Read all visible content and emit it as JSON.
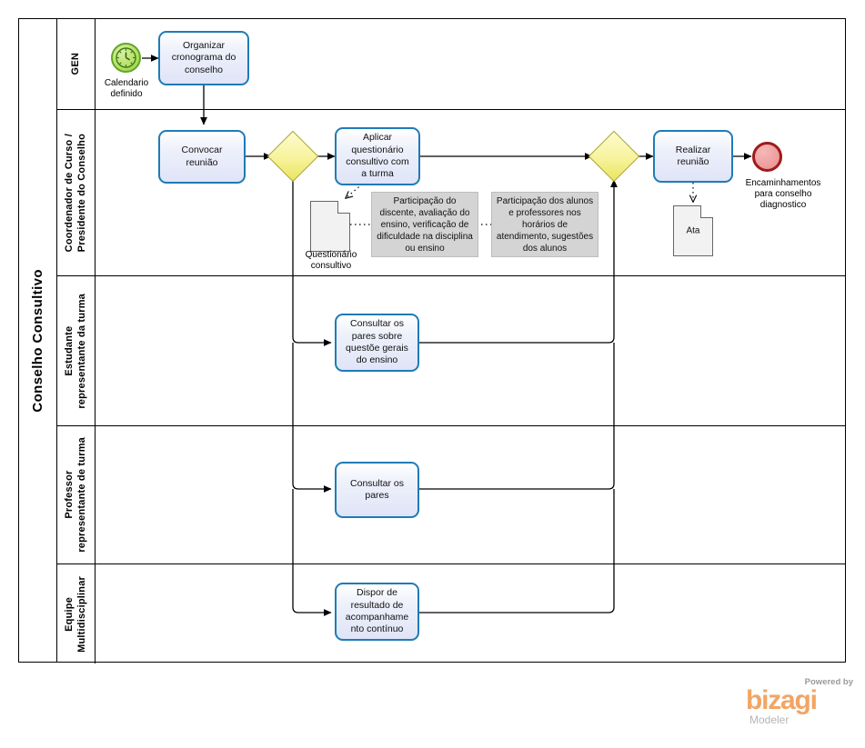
{
  "pool": {
    "title": "Conselho Consultivo"
  },
  "lanes": [
    {
      "id": "gen",
      "label": "GEN"
    },
    {
      "id": "coordenador",
      "label": "Coordenador de Curso /\nPresidente do Conselho"
    },
    {
      "id": "estudante",
      "label": "Estudante\nrepresentante da turma"
    },
    {
      "id": "professor",
      "label": "Professor\nrepresentante de turma"
    },
    {
      "id": "equipe",
      "label": "Equipe\nMultidisciplinar"
    }
  ],
  "events": {
    "start": {
      "name": "timer-start-event",
      "label": "Calendario\ndefinido",
      "icon": "clock-icon",
      "color": "#95cb39"
    },
    "end": {
      "name": "end-event",
      "label": "Encaminhamentos\npara conselho\ndiagnostico",
      "color": "#9e1b1b"
    }
  },
  "tasks": [
    {
      "id": "organizar",
      "label": "Organizar\ncronograma do\nconselho"
    },
    {
      "id": "convocar",
      "label": "Convocar\nreunião"
    },
    {
      "id": "aplicar",
      "label": "Aplicar\nquestionário\nconsultivo com\na turma"
    },
    {
      "id": "realizar",
      "label": "Realizar\nreunião"
    },
    {
      "id": "consultar-pares-estudante",
      "label": "Consultar os\npares sobre\nquestõe gerais\ndo ensino"
    },
    {
      "id": "consultar-pares-professor",
      "label": "Consultar os\npares"
    },
    {
      "id": "dispor",
      "label": "Dispor de\nresultado de\nacompanhame\nnto contínuo"
    }
  ],
  "gateways": [
    {
      "id": "split",
      "type": "exclusive",
      "label": ""
    },
    {
      "id": "merge",
      "type": "exclusive",
      "label": ""
    }
  ],
  "data_objects": [
    {
      "id": "questionario",
      "text": "",
      "label": "Questionário\nconsultivo"
    },
    {
      "id": "ata",
      "text": "Ata",
      "label": ""
    }
  ],
  "annotations": [
    {
      "id": "annot1",
      "text": "Participação do discente, avaliação do ensino, verificação de dificuldade na disciplina ou ensino"
    },
    {
      "id": "annot2",
      "text": "Participação dos alunos e professores nos horários de atendimento, sugestões dos alunos"
    }
  ],
  "branding": {
    "powered_by": "Powered by",
    "product": "bizagi",
    "edition": "Modeler"
  }
}
